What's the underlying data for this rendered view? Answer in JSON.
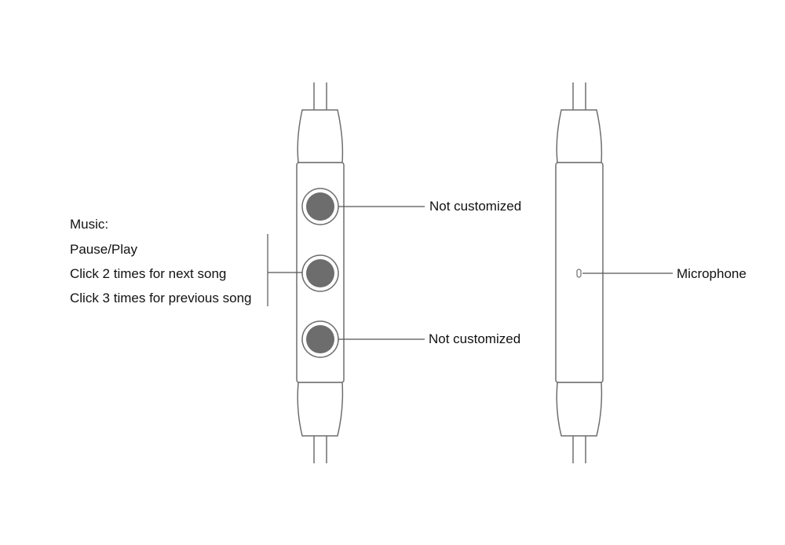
{
  "labels": {
    "top_button": "Not customized",
    "bottom_button": "Not customized",
    "microphone": "Microphone",
    "music_heading": "Music:",
    "music_lines": [
      "Pause/Play",
      "Click 2 times for next song",
      "Click 3 times for previous song"
    ]
  },
  "colors": {
    "outline": "#6f6f6f",
    "button_fill": "#6d6d6d",
    "leader_line": "#555555"
  }
}
